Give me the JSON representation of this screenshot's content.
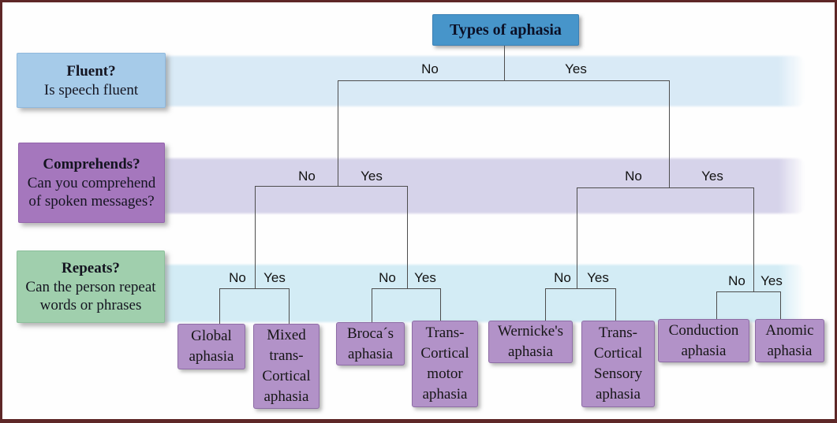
{
  "title_box": {
    "label": "Types of aphasia",
    "bg_color": "#4795ca"
  },
  "rows": [
    {
      "title": "Fluent?",
      "subtitle": "Is speech fluent",
      "box_color": "#a6cbe9",
      "band_color": "#d9eaf6"
    },
    {
      "title": "Comprehends?",
      "subtitle": "Can you comprehend\nof spoken messages?",
      "box_color": "#a577bd",
      "band_color": "#d6d3ea"
    },
    {
      "title": "Repeats?",
      "subtitle": "Can the person repeat\nwords or phrases",
      "box_color": "#a0cfad",
      "band_color": "#d3ecf5"
    }
  ],
  "branches": {
    "fluent": {
      "no": "No",
      "yes": "Yes"
    },
    "comprehends_left": {
      "no": "No",
      "yes": "Yes"
    },
    "comprehends_right": {
      "no": "No",
      "yes": "Yes"
    },
    "repeats_1": {
      "no": "No",
      "yes": "Yes"
    },
    "repeats_2": {
      "no": "No",
      "yes": "Yes"
    },
    "repeats_3": {
      "no": "No",
      "yes": "Yes"
    },
    "repeats_4": {
      "no": "No",
      "yes": "Yes"
    }
  },
  "leaves": [
    {
      "label": "Global\naphasia"
    },
    {
      "label": "Mixed\ntrans-\nCortical\naphasia"
    },
    {
      "label": "Broca´s\naphasia"
    },
    {
      "label": "Trans-\nCortical\nmotor\naphasia"
    },
    {
      "label": "Wernicke's\naphasia"
    },
    {
      "label": "Trans-\nCortical\nSensory\naphasia"
    },
    {
      "label": "Conduction\naphasia"
    },
    {
      "label": "Anomic\naphasia"
    }
  ],
  "colors": {
    "leaf_bg": "#b292c8",
    "frame_border": "#5e2727",
    "connector_line": "#4d4d4d"
  }
}
